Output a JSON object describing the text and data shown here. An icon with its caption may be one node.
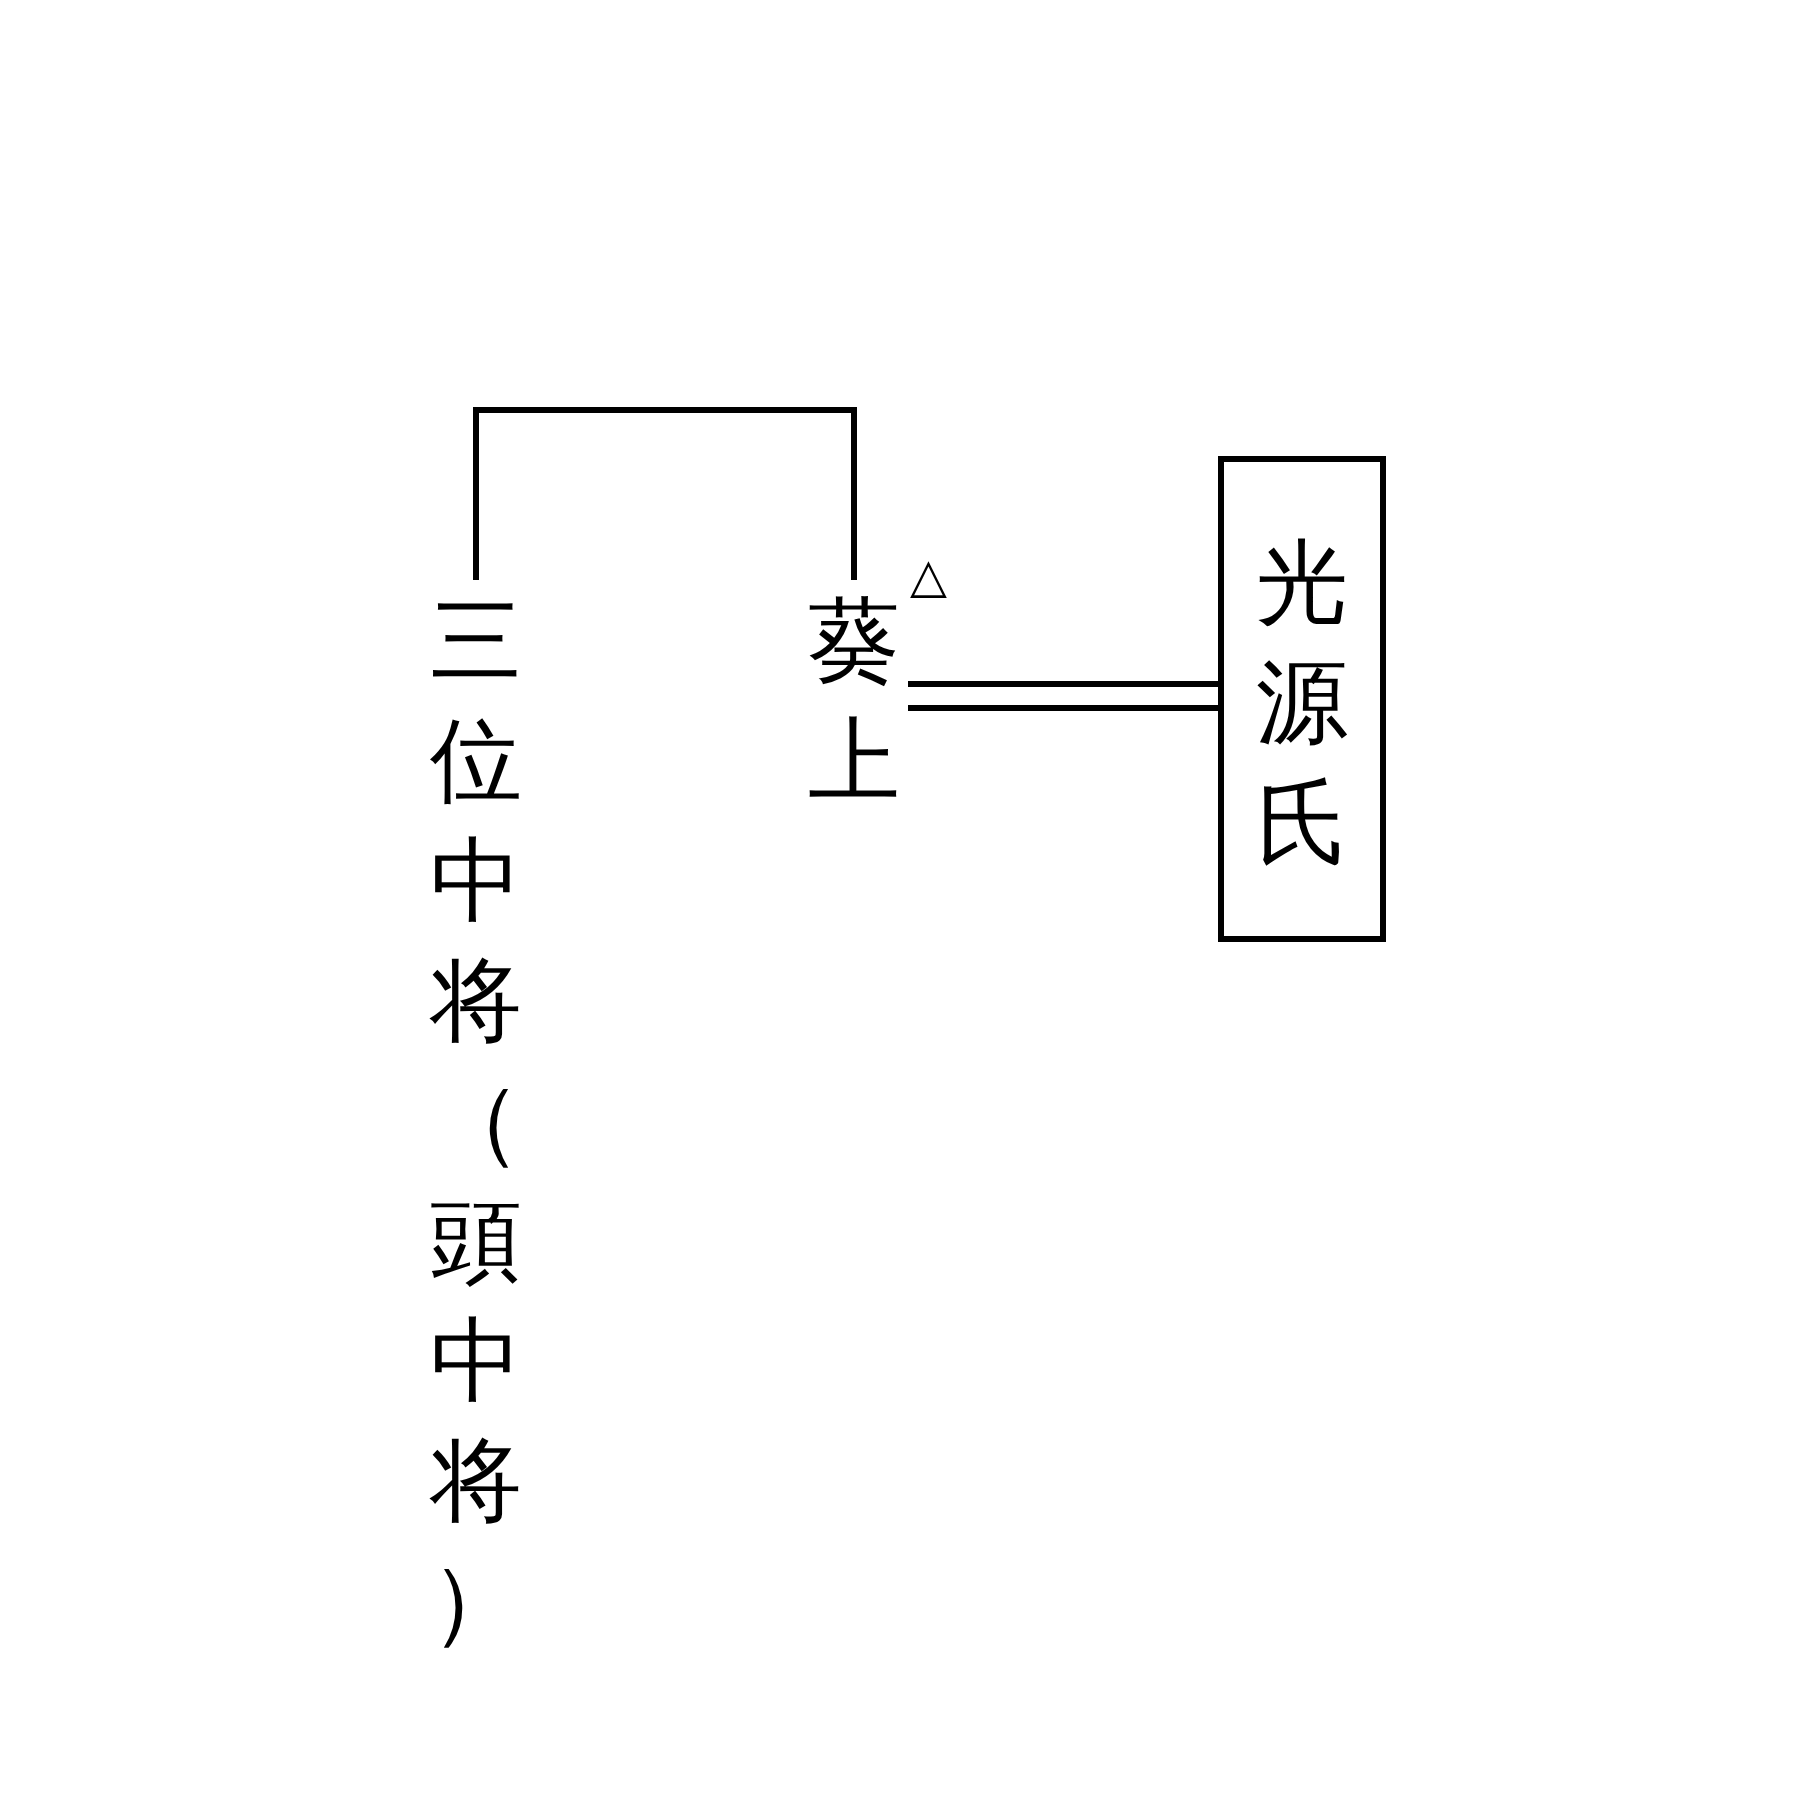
{
  "diagram": {
    "nodes": [
      {
        "text": [
          "三位中将（頭中将）"
        ]
      },
      {
        "text": [
          "葵上"
        ],
        "beside": [
          "△"
        ]
      },
      {
        "text": [
          "光源氏"
        ]
      }
    ],
    "edges": [
      {
        "from": 0,
        "to": 1,
        "arrow": "none"
      },
      {
        "from": 1,
        "to": 2,
        "arrow": "none"
      }
    ]
  }
}
